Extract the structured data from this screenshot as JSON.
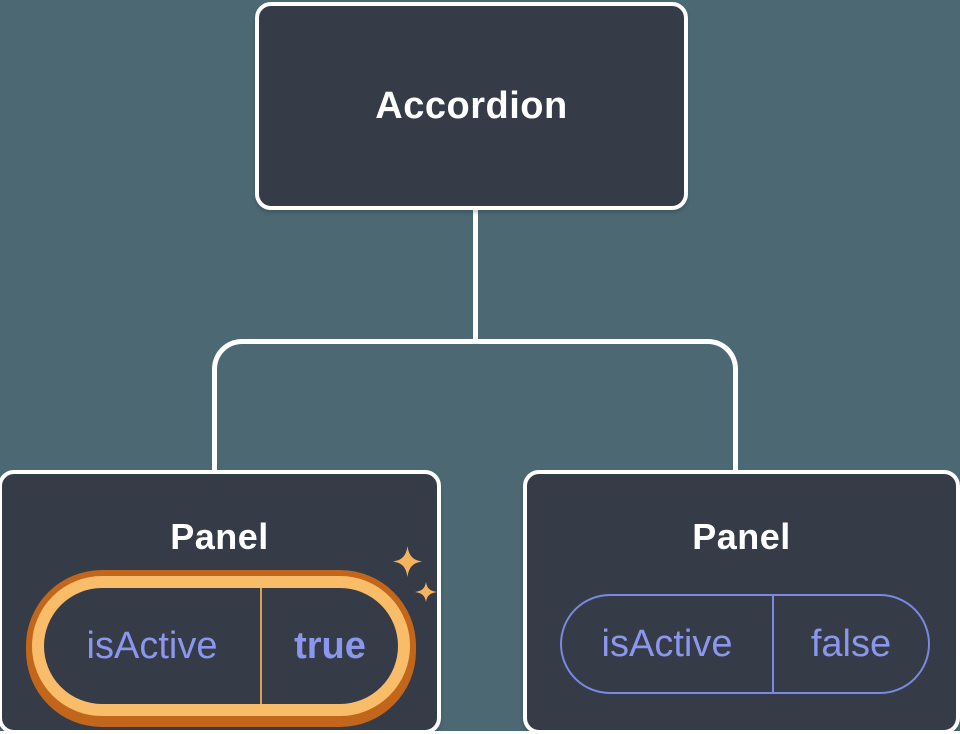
{
  "diagram": {
    "description": "Component tree showing state in panels"
  },
  "tree": {
    "root": {
      "label": "Accordion"
    },
    "children": [
      {
        "label": "Panel",
        "state": {
          "key": "isActive",
          "value": "true",
          "highlighted": true
        }
      },
      {
        "label": "Panel",
        "state": {
          "key": "isActive",
          "value": "false",
          "highlighted": false
        }
      }
    ]
  },
  "icons": {
    "sparkle_large": "sparkle-icon",
    "sparkle_small": "sparkle-icon"
  },
  "colors": {
    "background": "#4c6872",
    "node_fill": "#353b47",
    "node_border": "#ffffff",
    "connector": "#ffffff",
    "title_text": "#ffffff",
    "purple_text": "#8b96ec",
    "purple_border": "#7c88e2",
    "orange_outer": "#c2661b",
    "gold_ring": "#f9bd6a",
    "divider_gold": "#dc9f52",
    "sparkle": "#f4b35f"
  }
}
